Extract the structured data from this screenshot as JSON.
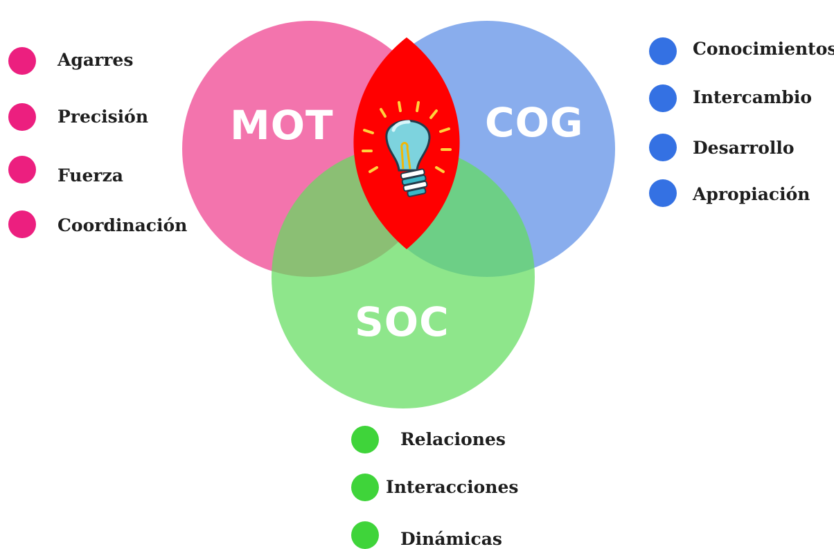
{
  "colors": {
    "mot": "#ee3e8d",
    "cog": "#5b8ee6",
    "soc": "#63dc5e",
    "center": "#ff0000",
    "mot_dot": "#ec1f7f",
    "cog_dot": "#3471e3",
    "soc_dot": "#3fd43a"
  },
  "circles": {
    "mot": "MOT",
    "cog": "COG",
    "soc": "SOC"
  },
  "center_icon": "lightbulb-icon",
  "lists": {
    "mot": [
      "Agarres",
      "Precisión",
      "Fuerza",
      "Coordinación"
    ],
    "cog": [
      "Conocimientos",
      "Intercambio",
      "Desarrollo",
      "Apropiación"
    ],
    "soc": [
      "Relaciones",
      "Interacciones",
      "Dinámicas"
    ]
  }
}
